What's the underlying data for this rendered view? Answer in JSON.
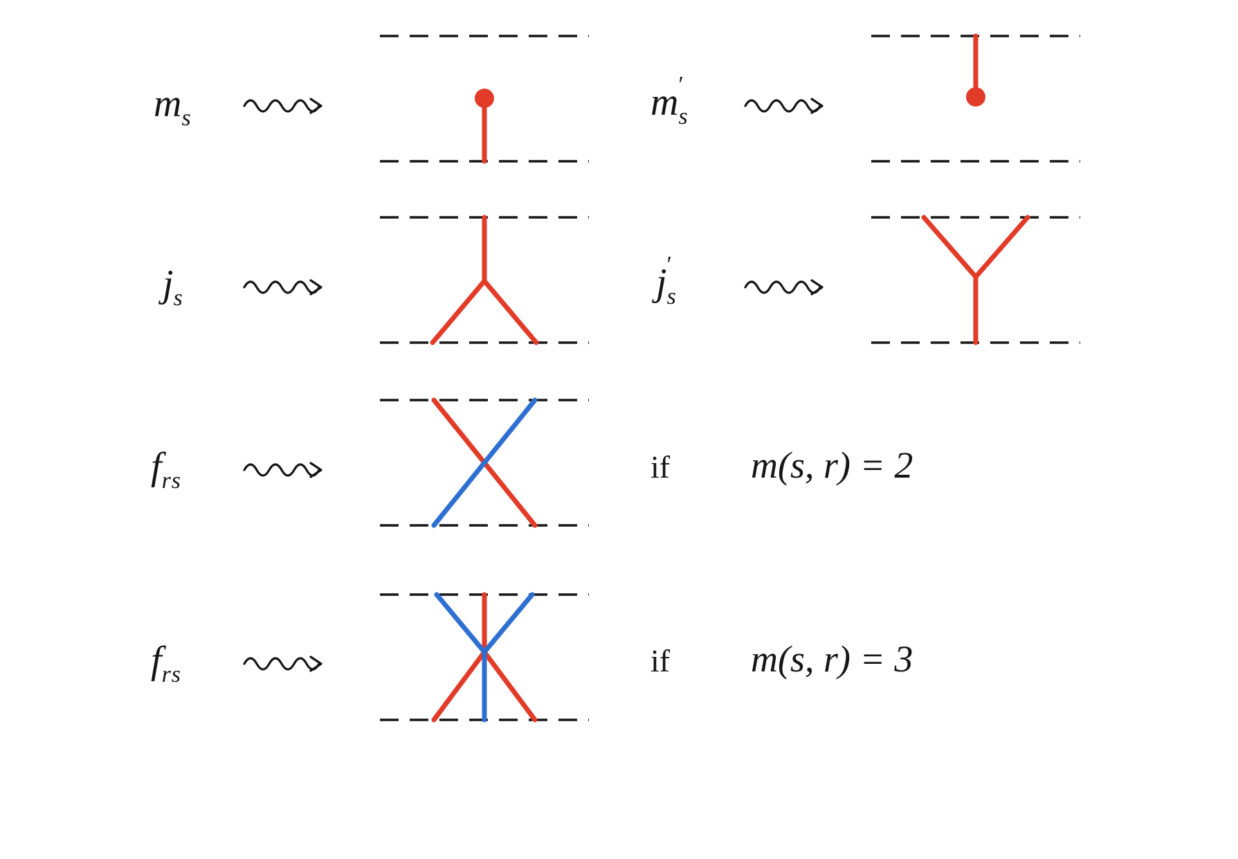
{
  "figure": {
    "colors": {
      "red": "#e23b28",
      "blue": "#2e6fd2",
      "ink": "#151515",
      "background": "#ffffff"
    }
  },
  "rows": [
    {
      "label": {
        "base": "m",
        "prime": "",
        "sub": "s"
      },
      "diagram": "red strand from bottom boundary ending in a dot"
    },
    {
      "label": {
        "base": "m",
        "prime": "′",
        "sub": "s"
      },
      "diagram": "red strand from top boundary ending in a dot"
    },
    {
      "label": {
        "base": "j",
        "prime": "",
        "sub": "s"
      },
      "diagram": "red trivalent vertex: one strand to top boundary, two strands to bottom boundary"
    },
    {
      "label": {
        "base": "j",
        "prime": "′",
        "sub": "s"
      },
      "diagram": "red trivalent vertex: two strands to top boundary, one strand to bottom boundary"
    },
    {
      "label": {
        "base": "f",
        "prime": "",
        "sub": "rs"
      },
      "diagram": "red strand and blue strand crossing",
      "condition": {
        "if": "if",
        "expr": "m(s, r) = 2"
      }
    },
    {
      "label": {
        "base": "f",
        "prime": "",
        "sub": "rs"
      },
      "diagram": "six-valent vertex with alternating red and blue strands",
      "condition": {
        "if": "if",
        "expr": "m(s, r) = 3"
      }
    }
  ]
}
